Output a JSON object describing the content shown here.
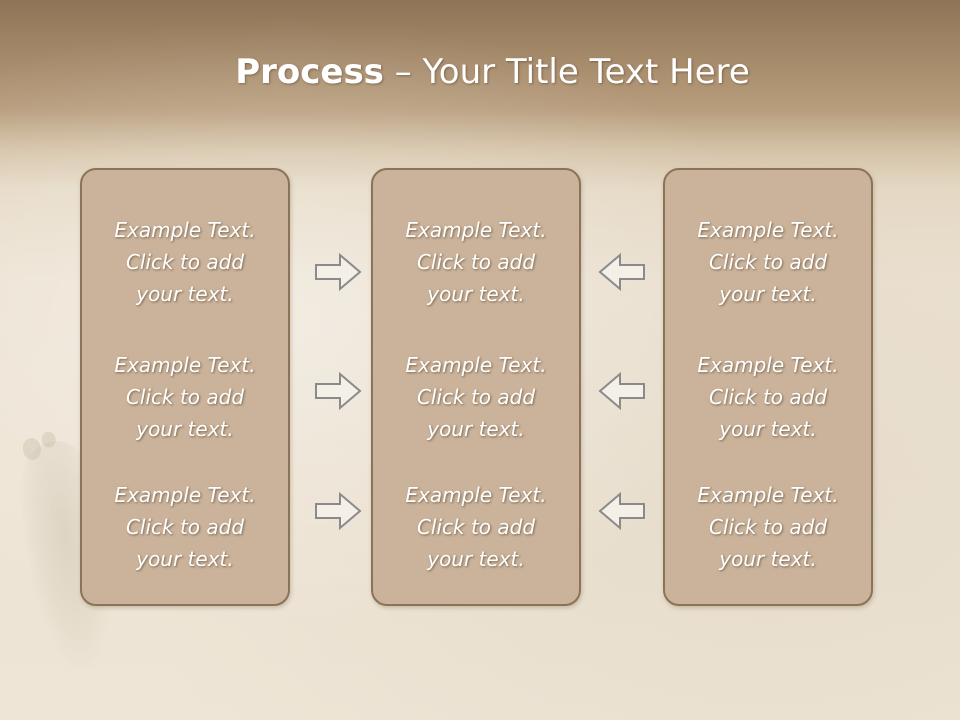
{
  "title": {
    "bold": "Process",
    "rest": " – Your Title Text Here"
  },
  "columns": [
    {
      "items": [
        "Example Text.\nClick  to add\nyour text.",
        "Example Text.\nClick  to add\nyour text.",
        "Example Text.\nClick  to add\nyour text."
      ]
    },
    {
      "items": [
        "Example Text.\nClick  to add\nyour text.",
        "Example Text.\nClick  to add\nyour text.",
        "Example Text.\nClick  to add\nyour text."
      ]
    },
    {
      "items": [
        "Example Text.\nClick  to add\nyour text.",
        "Example Text.\nClick  to add\nyour text.",
        "Example Text.\nClick  to add\nyour text."
      ]
    }
  ],
  "arrows": {
    "left_side": "right-arrow-icon",
    "right_side": "left-arrow-icon"
  },
  "colors": {
    "box_fill": "#cab39a",
    "box_border": "#8b7358",
    "header_band": "#a68b6b",
    "background": "#ece2d2",
    "text": "#ffffff"
  }
}
